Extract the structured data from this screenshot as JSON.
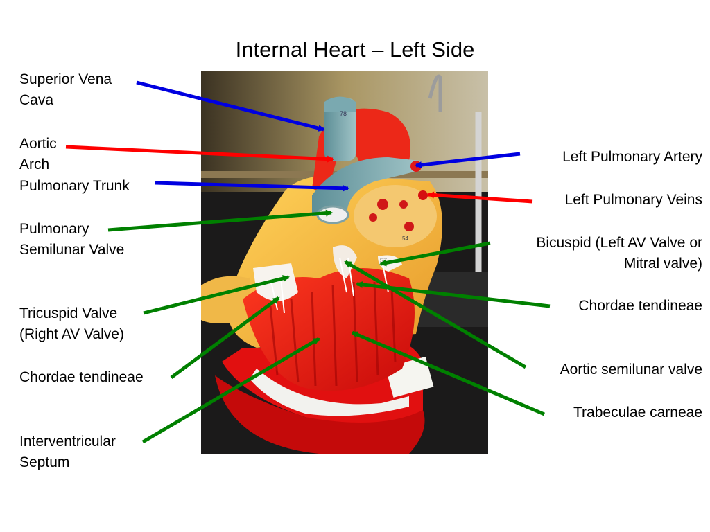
{
  "slide": {
    "title": "Internal Heart – Left Side"
  },
  "labels_left": {
    "svc": [
      "Superior Vena",
      "Cava"
    ],
    "aortic_arch": [
      "Aortic",
      "Arch"
    ],
    "pulmonary_trunk": "Pulmonary Trunk",
    "pulmonary_semilunar": [
      "Pulmonary",
      "Semilunar Valve"
    ],
    "tricuspid": [
      "Tricuspid Valve",
      "(Right AV Valve)"
    ],
    "chordae_left": "Chordae tendineae",
    "septum": [
      "Interventricular",
      "Septum"
    ]
  },
  "labels_right": {
    "lpa": "Left Pulmonary Artery",
    "lpv": "Left Pulmonary Veins",
    "bicuspid": [
      "Bicuspid (Left AV Valve or",
      "Mitral valve)"
    ],
    "chordae_right": "Chordae tendineae",
    "aortic_semilunar": "Aortic semilunar valve",
    "trabeculae": "Trabeculae carneae"
  },
  "model_tags": {
    "tag_1": "78",
    "tag_2": "57",
    "tag_3": "54"
  },
  "colors": {
    "blue_arrow": "#0000e0",
    "red_arrow": "#ff0000",
    "green_arrow": "#008000",
    "background": "#ffffff"
  }
}
